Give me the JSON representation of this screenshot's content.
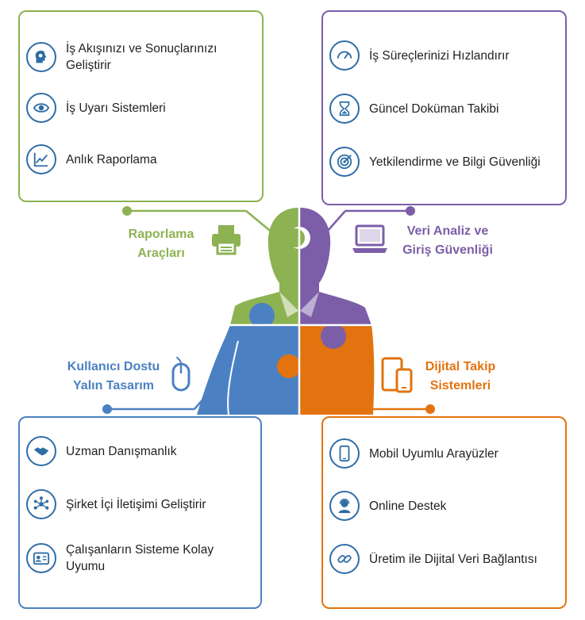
{
  "colors": {
    "green": "#8DB252",
    "purple": "#7B5EA7",
    "blue": "#4B81C2",
    "orange": "#E2730F",
    "icon_blue": "#2F6DA6"
  },
  "categories": {
    "reporting": {
      "line1": "Raporlama",
      "line2": "Araçları",
      "icon": "printer-icon"
    },
    "data": {
      "line1": "Veri Analiz ve",
      "line2": "Giriş Güvenliği",
      "icon": "laptop-icon"
    },
    "ux": {
      "line1": "Kullanıcı Dostu",
      "line2": "Yalın Tasarım",
      "icon": "mouse-icon"
    },
    "tracking": {
      "line1": "Dijital Takip",
      "line2": "Sistemleri",
      "icon": "mobile-devices-icon"
    }
  },
  "boxes": {
    "top_left": {
      "items": [
        {
          "icon": "head-gears-icon",
          "label": "İş Akışınızı ve Sonuçlarınızı Geliştirir"
        },
        {
          "icon": "eye-icon",
          "label": "İş Uyarı Sistemleri"
        },
        {
          "icon": "chart-icon",
          "label": "Anlık Raporlama"
        }
      ]
    },
    "top_right": {
      "items": [
        {
          "icon": "speedometer-icon",
          "label": "İş Süreçlerinizi Hızlandırır"
        },
        {
          "icon": "hourglass-icon",
          "label": "Güncel Doküman Takibi"
        },
        {
          "icon": "target-icon",
          "label": "Yetkilendirme ve Bilgi Güvenliği"
        }
      ]
    },
    "bottom_left": {
      "items": [
        {
          "icon": "handshake-icon",
          "label": "Uzman Danışmanlık"
        },
        {
          "icon": "network-icon",
          "label": "Şirket İçi İletişimi Geliştirir"
        },
        {
          "icon": "id-card-icon",
          "label": "Çalışanların Sisteme Kolay Uyumu"
        }
      ]
    },
    "bottom_right": {
      "items": [
        {
          "icon": "smartphone-icon",
          "label": "Mobil Uyumlu Arayüzler"
        },
        {
          "icon": "support-agent-icon",
          "label": "Online Destek"
        },
        {
          "icon": "link-icon",
          "label": "Üretim ile Dijital Veri Bağlantısı"
        }
      ]
    }
  }
}
